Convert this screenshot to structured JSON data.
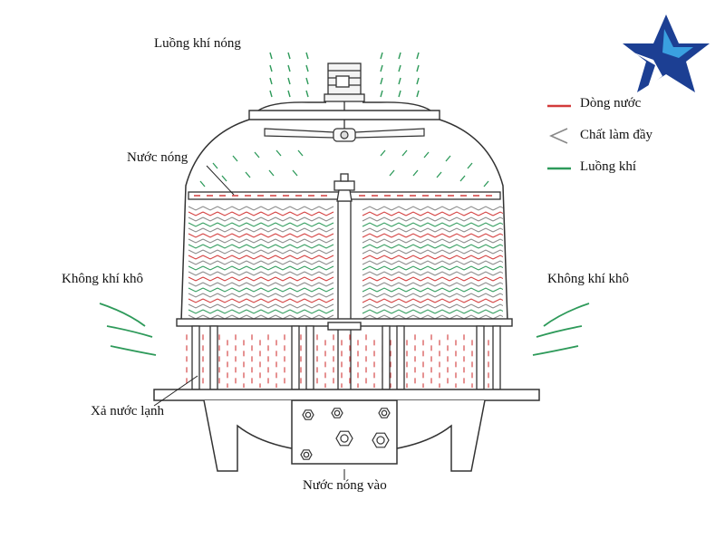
{
  "labels": {
    "hot_air": "Luồng khí nóng",
    "hot_water": "Nước nóng",
    "dry_air_left": "Không khí khô",
    "dry_air_right": "Không khí khô",
    "cold_water_drain": "Xả nước lạnh",
    "hot_water_inlet": "Nước nóng vào"
  },
  "legend": {
    "water_flow": "Dòng nước",
    "fill_material": "Chất làm đầy",
    "air_flow": "Luồng khí"
  },
  "colors": {
    "water": "#d23a3a",
    "air": "#2e9a5a",
    "fill": "#888888",
    "line": "#333333",
    "logo_dark": "#1c3f93",
    "logo_light": "#3aa0e0"
  },
  "icons": {
    "logo": "star-logo-icon",
    "water_swatch": "red-line-icon",
    "fill_swatch": "chevron-left-icon",
    "air_swatch": "green-line-icon"
  }
}
